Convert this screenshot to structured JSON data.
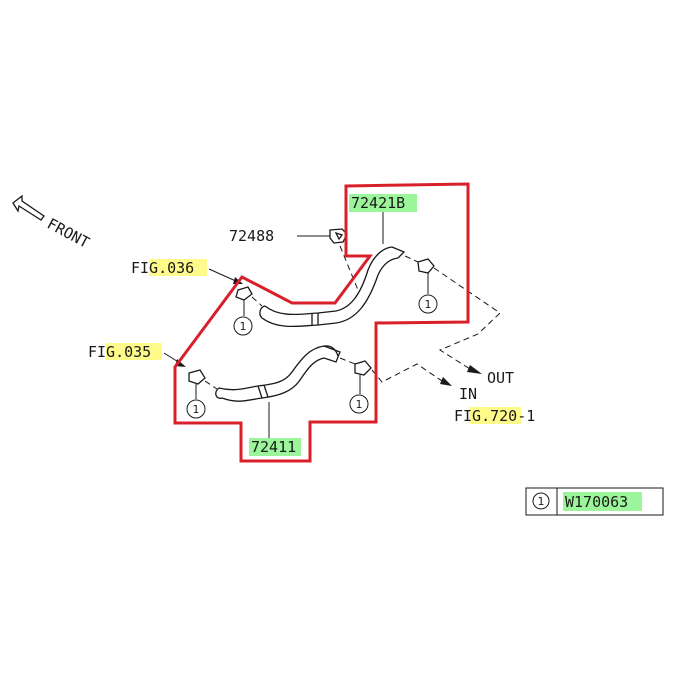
{
  "front_label": "FRONT",
  "parts": {
    "upper_hose": "72421B",
    "lower_hose": "72411",
    "clip": "72488"
  },
  "references": {
    "fig_upper": "FIG.036",
    "fig_lower": "FIG.035",
    "fig_right": "FIG.720-1"
  },
  "flow": {
    "out": "OUT",
    "in": "IN"
  },
  "callout_number": "1",
  "legend": {
    "number": "1",
    "part": "W170063"
  },
  "colors": {
    "outline": "#d8202a",
    "highlight_yellow": "#fffb8a",
    "highlight_green": "#9cf59a"
  }
}
